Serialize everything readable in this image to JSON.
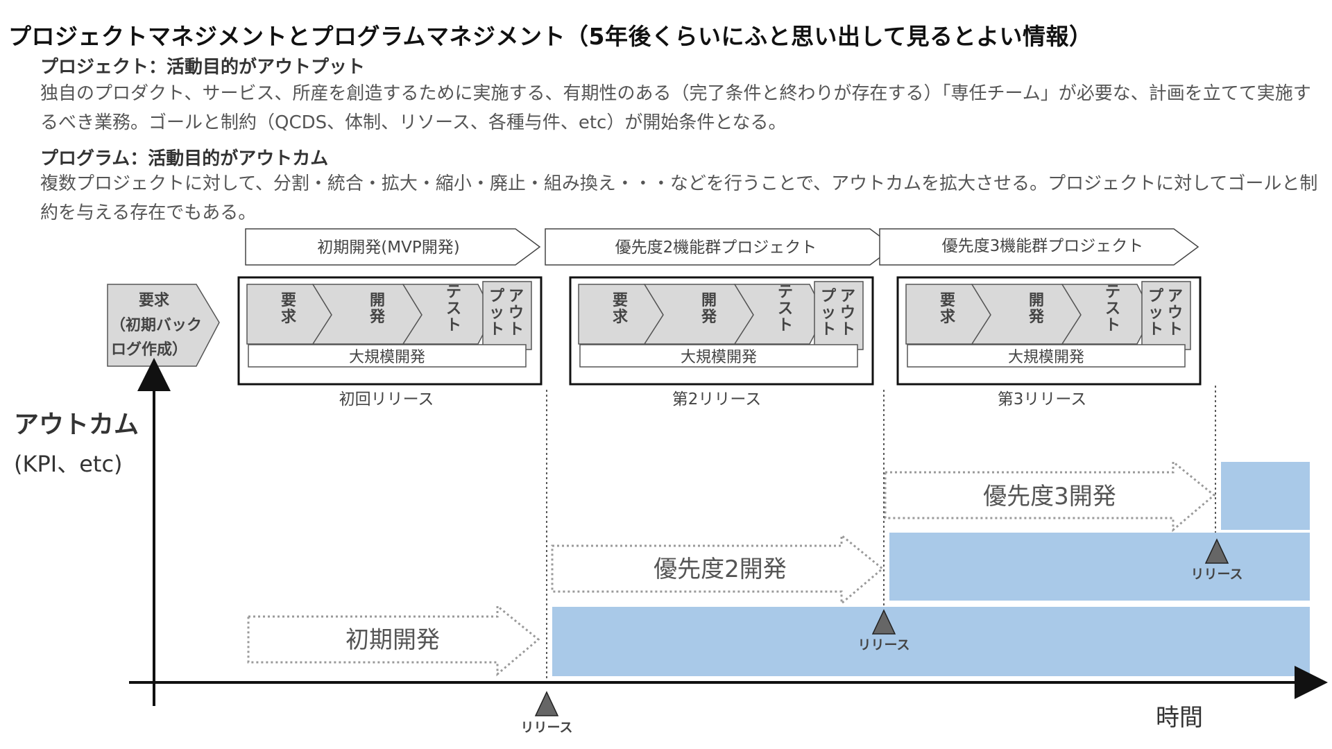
{
  "title": "プロジェクトマネジメントとプログラムマネジメント（5年後くらいにふと思い出して見るとよい情報）",
  "project": {
    "heading": "プロジェクト：活動目的がアウトプット",
    "text": "独自のプロダクト、サービス、所産を創造するために実施する、有期性のある（完了条件と終わりが存在する）「専任チーム」が必要な、計画を立てて実施するべき業務。ゴールと制約（QCDS、体制、リソース、各種与件、etc）が開始条件となる。"
  },
  "program": {
    "heading": "プログラム：活動目的がアウトカム",
    "text": "複数プロジェクトに対して、分割・統合・拡大・縮小・廃止・組み換え・・・などを行うことで、アウトカムを拡大させる。プロジェクトに対してゴールと制約を与える存在でもある。"
  },
  "phases": [
    {
      "label": "初期開発(MVP開発)"
    },
    {
      "label": "優先度2機能群プロジェクト"
    },
    {
      "label": "優先度3機能群プロジェクト"
    }
  ],
  "requirement_box": [
    "要求",
    "（初期バック",
    "ログ作成）"
  ],
  "step_labels": {
    "req": [
      "要",
      "求"
    ],
    "dev": [
      "開",
      "発"
    ],
    "test": [
      "テ",
      "ス",
      "ト"
    ],
    "out_col1": [
      "プ",
      "ッ",
      "ト"
    ],
    "out_col2": [
      "ア",
      "ウ",
      "ト"
    ]
  },
  "large_scale_dev": "大規模開発",
  "releases": [
    "初回リリース",
    "第2リリース",
    "第3リリース"
  ],
  "y_axis": {
    "label": "アウトカム",
    "sublabel": "(KPI、etc)"
  },
  "x_axis": {
    "label": "時間"
  },
  "dev_arrows": [
    "初期開発",
    "優先度2開発",
    "優先度3開発"
  ],
  "release_marker": "リリース",
  "colors": {
    "outcome_fill": "#a9c9e8",
    "step_fill": "#d9d9d9",
    "marker": "#666666",
    "arrow_dash": "#9a9a9a"
  }
}
